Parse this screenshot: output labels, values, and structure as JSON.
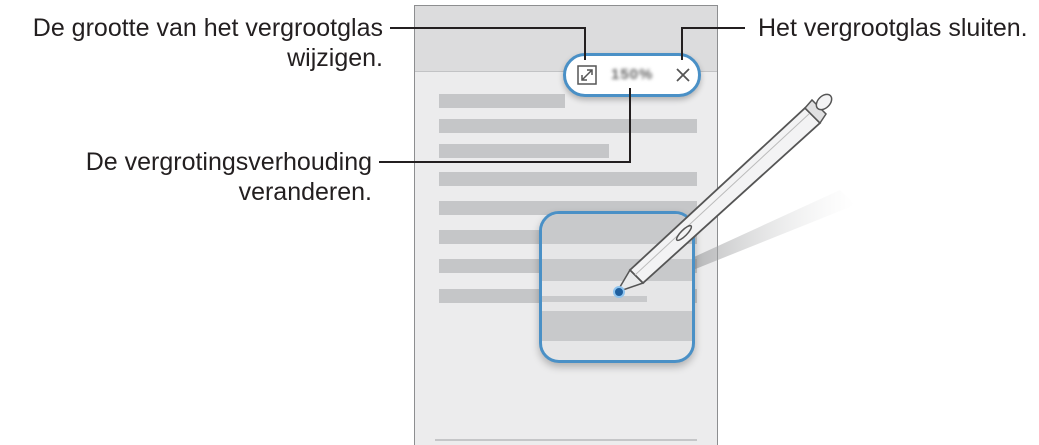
{
  "callouts": {
    "resize": {
      "line1": "De grootte van het vergrootglas",
      "line2": "wijzigen."
    },
    "zoom_ratio": {
      "line1": "De vergrotingsverhouding",
      "line2": "veranderen."
    },
    "close": {
      "line1": "Het vergrootglas sluiten."
    }
  },
  "toolbar": {
    "zoom_label": "150%",
    "resize_icon": "resize-arrows-icon",
    "close_icon": "close-icon"
  },
  "colors": {
    "accent": "#4a90c6",
    "panel": "#ececed",
    "bar": "#c5c6c8",
    "text": "#231f20"
  }
}
